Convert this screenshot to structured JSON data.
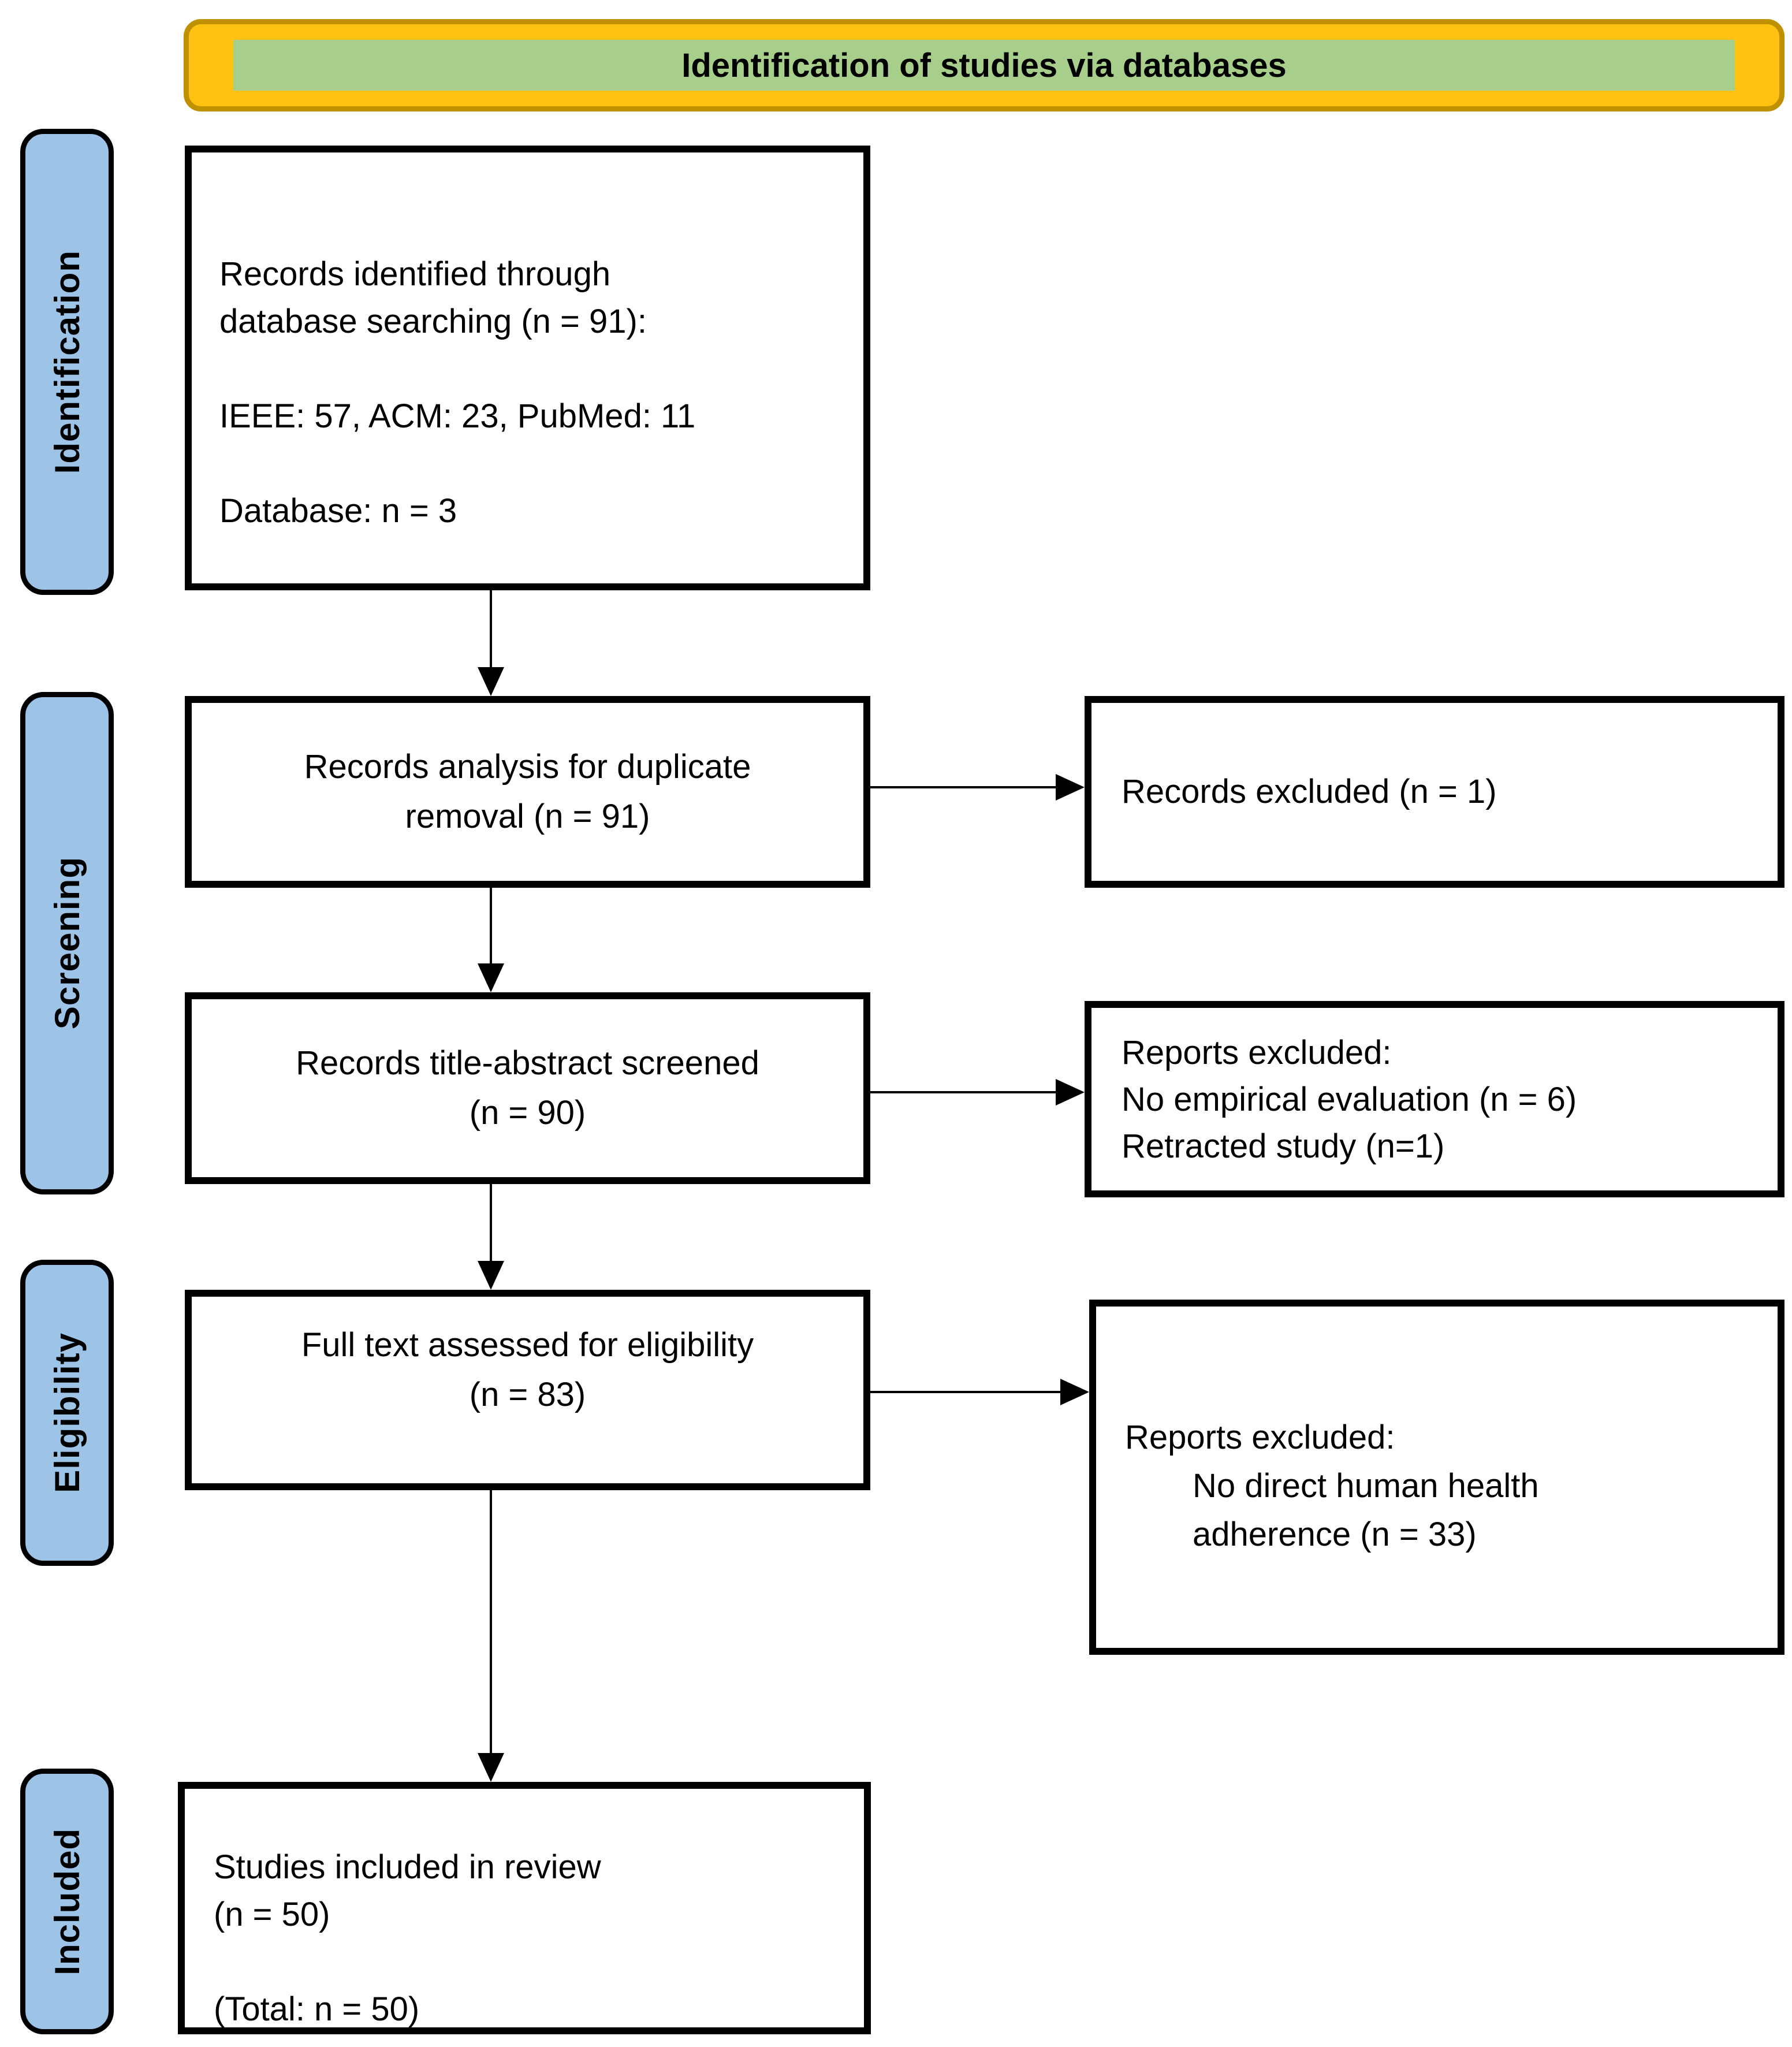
{
  "banner": {
    "title": "Identification of studies via databases"
  },
  "side_labels": {
    "identification": "Identification",
    "screening": "Screening",
    "eligibility": "Eligibility",
    "included": "Included"
  },
  "boxes": {
    "records_identified": {
      "lines": [
        "Records identified through",
        "database searching (n = 91):",
        "IEEE: 57, ACM: 23, PubMed: 11",
        "Database: n = 3"
      ]
    },
    "duplicate_removal": {
      "lines": [
        "Records analysis for duplicate",
        "removal (n = 91)"
      ]
    },
    "title_abstract_screened": {
      "lines": [
        "Records title-abstract screened",
        "(n = 90)"
      ]
    },
    "full_text_assessed": {
      "lines": [
        "Full text assessed for eligibility",
        "(n = 83)"
      ]
    },
    "studies_included": {
      "lines": [
        "Studies included in review",
        "(n = 50)",
        "(Total: n = 50)"
      ]
    },
    "records_excluded": {
      "lines": [
        "Records excluded (n = 1)"
      ]
    },
    "reports_excluded_screening": {
      "lines": [
        "Reports excluded:",
        "No empirical evaluation (n = 6)",
        "Retracted study (n=1)"
      ]
    },
    "reports_excluded_eligibility": {
      "heading": "Reports excluded:",
      "detail_lines": [
        "No direct human health",
        "adherence (n = 33)"
      ]
    }
  },
  "colors": {
    "banner_fill": "#FFC112",
    "banner_border": "#BF9000",
    "banner_inner_fill": "#A8CE8B",
    "stage_label_fill": "#9DC3E7",
    "box_border": "#000000",
    "arrow": "#000000",
    "text": "#000000"
  }
}
